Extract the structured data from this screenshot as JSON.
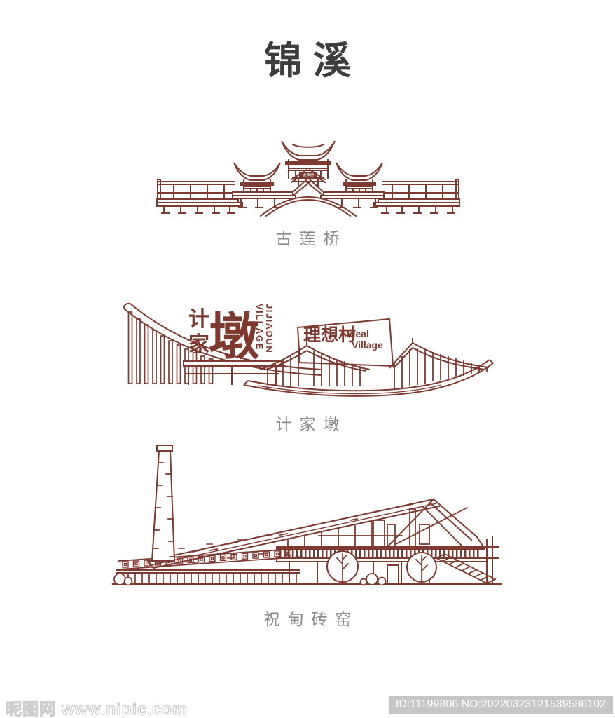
{
  "page": {
    "title": "锦溪"
  },
  "colors": {
    "line": "#7d3a31",
    "title_text": "#3d3d3d",
    "label_text": "#8a8a8a",
    "watermark_bg": "#c6c6c6",
    "watermark_text": "#ffffff"
  },
  "illustrations": [
    {
      "name": "gulian-bridge",
      "label": "古莲桥",
      "plaque_text": "古莲桥"
    },
    {
      "name": "jijiadun",
      "label": "计家墩",
      "sign": {
        "cn_top": "计",
        "cn_bottom": "家",
        "cn_big": "墩",
        "en_col_left": "VILLAGE",
        "en_col_right": "JIJIADUN"
      },
      "board": {
        "cn": "理想村",
        "en_line1": "Ideal",
        "en_line2": "Village"
      }
    },
    {
      "name": "zhudian-brick-kiln",
      "label": "祝甸砖窑"
    }
  ],
  "watermark": {
    "site_name": "昵图网",
    "site_url": "www.nipic.com",
    "id_text": "ID:11199806 NO:20220323121539586102"
  }
}
